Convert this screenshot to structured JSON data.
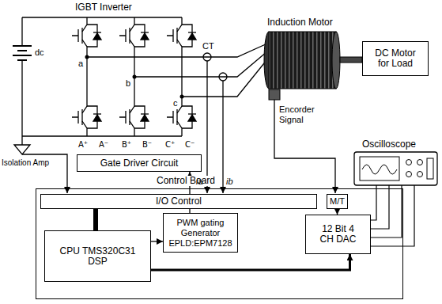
{
  "diagram": {
    "nodes": [
      {
        "text": [
          "Gate Driver Circuit"
        ]
      },
      {
        "text": [
          "Control Board"
        ]
      },
      {
        "text": [
          "I/O Control"
        ],
        "in": 1
      },
      {
        "text": [
          "M/T"
        ],
        "in": 1
      },
      {
        "text": [
          "CPU TMS320C31 DSP"
        ],
        "in": 1
      },
      {
        "text": [
          "PWM gating Generator EPLD:EPM7128"
        ],
        "in": 1
      },
      {
        "text": [
          "12 Bit 4 CH DAC"
        ],
        "in": 1
      },
      {
        "text": [
          "DC Motor for Load"
        ]
      }
    ],
    "edges": [
      {
        "from": 5,
        "to": 0,
        "arrow": "to"
      },
      {
        "from": 2,
        "to": 4,
        "arrow": "none"
      },
      {
        "from": 4,
        "to": 5,
        "arrow": "to"
      },
      {
        "from": 4,
        "to": 6,
        "arrow": "to"
      },
      {
        "from": 3,
        "to": 6,
        "arrow": "to"
      }
    ],
    "labels": [
      "IGBT Inverter",
      "dc",
      "a",
      "b",
      "c",
      "CT",
      "Induction Motor",
      "A⁺",
      "A⁻",
      "B⁺",
      "B⁻",
      "C⁺",
      "C⁻",
      "ia",
      "ib",
      "Isolation Amp",
      "Encorder Signal",
      "Oscilloscope"
    ]
  }
}
